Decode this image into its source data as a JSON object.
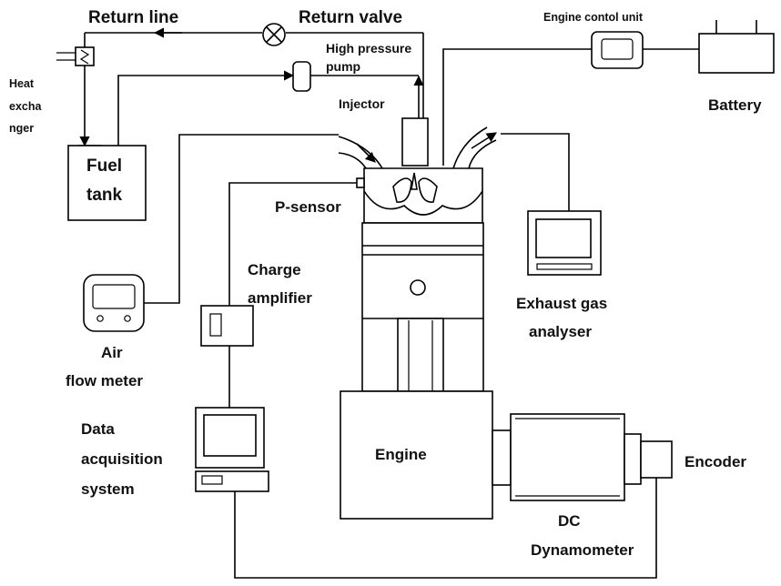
{
  "labels": {
    "return_line": "Return line",
    "return_valve": "Return valve",
    "engine_control_unit": "Engine contol unit",
    "high_pressure_pump_1": "High pressure",
    "high_pressure_pump_2": "pump",
    "injector": "Injector",
    "battery": "Battery",
    "heat_exchanger_1": "Heat",
    "heat_exchanger_2": "excha",
    "heat_exchanger_3": "nger",
    "fuel_tank_1": "Fuel",
    "fuel_tank_2": "tank",
    "p_sensor": "P-sensor",
    "charge_amplifier_1": "Charge",
    "charge_amplifier_2": "amplifier",
    "exhaust_gas_analyser_1": "Exhaust gas",
    "exhaust_gas_analyser_2": "analyser",
    "air_flow_meter_1": "Air",
    "air_flow_meter_2": "flow meter",
    "data_acquisition_1": "Data",
    "data_acquisition_2": "acquisition",
    "data_acquisition_3": "system",
    "engine": "Engine",
    "encoder": "Encoder",
    "dc_dynamometer_1": "DC",
    "dc_dynamometer_2": "Dynamometer"
  }
}
